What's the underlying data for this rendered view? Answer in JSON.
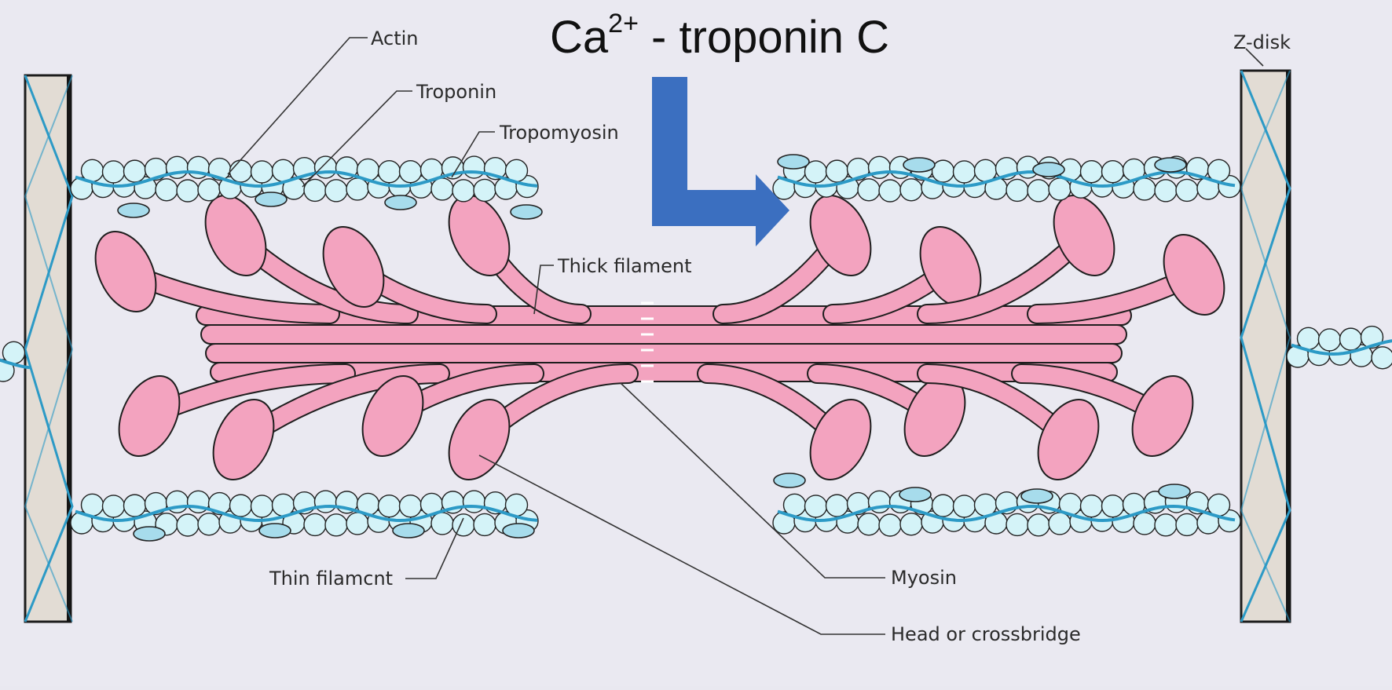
{
  "title": {
    "base": "Ca",
    "superscript": "2+",
    "rest": " - troponin C"
  },
  "labels": {
    "actin": "Actin",
    "troponin": "Troponin",
    "tropomyosin": "Tropomyosin",
    "thick_filament": "Thick filament",
    "z_disk": "Z-disk",
    "thin_filament": "Thin filamcnt",
    "myosin": "Myosin",
    "head": "Head or crossbridge"
  },
  "colors": {
    "background": "#e9e8f0",
    "actin_bead": "#d4f3f8",
    "tropomyosin": "#2c9ac6",
    "troponin": "#a7dcec",
    "myosin": "#f3a3bf",
    "arrow": "#3b6fc0",
    "zdisk_fill": "#e2dcd4"
  }
}
